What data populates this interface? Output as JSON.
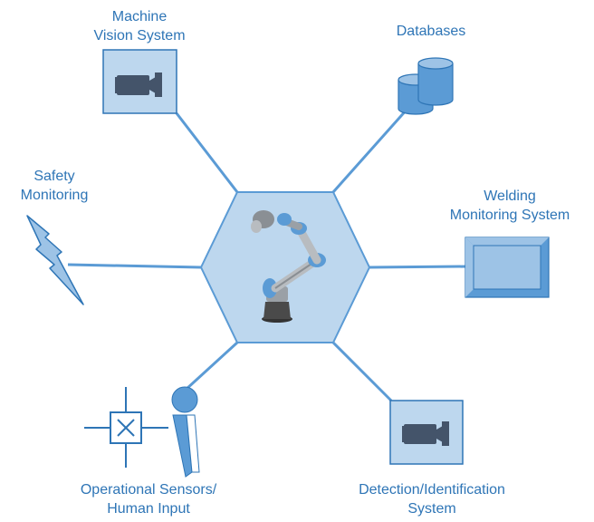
{
  "nodes": {
    "machine_vision": {
      "line1": "Machine",
      "line2": "Vision System",
      "icon": "camera-icon"
    },
    "databases": {
      "label": "Databases",
      "icon": "database-icon"
    },
    "safety": {
      "line1": "Safety",
      "line2": "Monitoring",
      "icon": "lightning-icon"
    },
    "welding": {
      "line1": "Welding",
      "line2": "Monitoring System",
      "icon": "monitor-icon"
    },
    "sensors": {
      "line1": "Operational Sensors/",
      "line2": "Human Input",
      "icon": "sensor-person-icon"
    },
    "detection": {
      "line1": "Detection/Identification",
      "line2": "System",
      "icon": "camera-icon"
    },
    "center": {
      "icon": "robot-arm-icon"
    }
  },
  "colors": {
    "label": "#2e75b6",
    "line": "#5b9bd5",
    "fill_light": "#bdd7ee",
    "fill_mid": "#9dc3e6",
    "icon_blue": "#5b9bd5",
    "icon_dark": "#2e75b6",
    "camera": "#44546a"
  }
}
